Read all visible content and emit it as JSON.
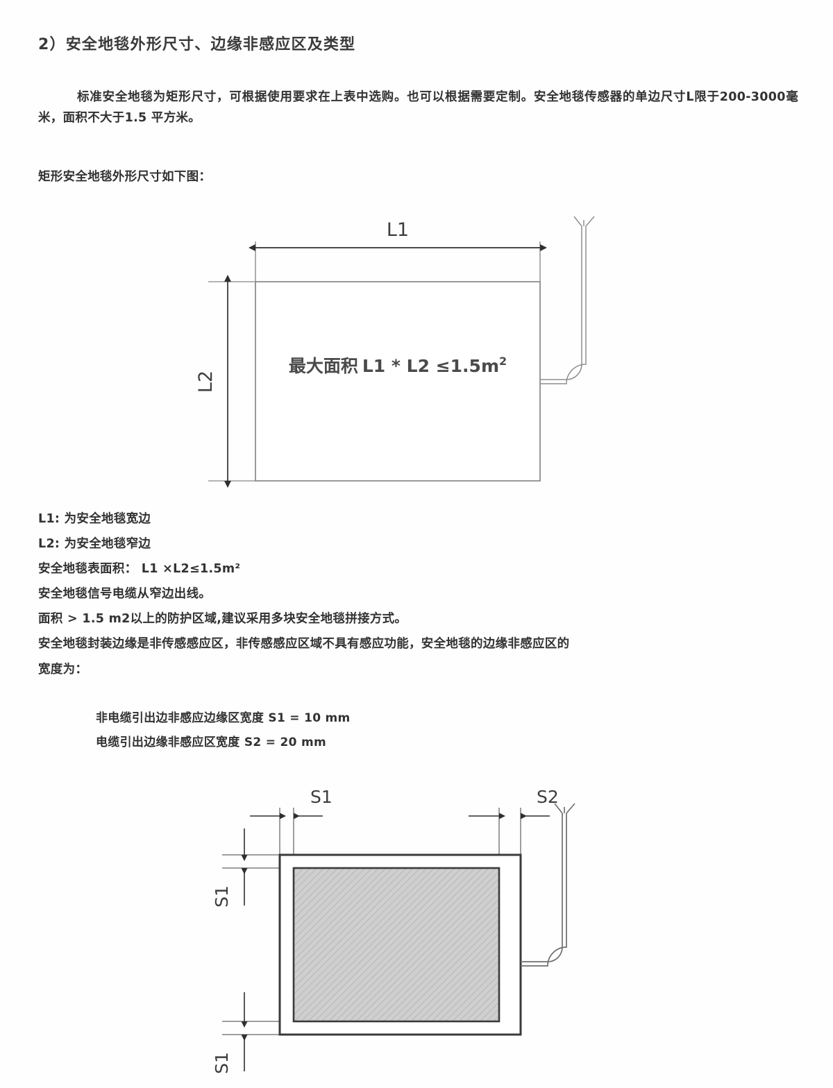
{
  "document": {
    "heading": "2）安全地毯外形尺寸、边缘非感应区及类型",
    "paragraph_main": "标准安全地毯为矩形尺寸，可根据使用要求在上表中选购。也可以根据需要定制。安全地毯传感器的单边尺寸L限于200-3000毫米，面积不大于1.5 平方米。",
    "figure_caption": "矩形安全地毯外形尺寸如下图：",
    "spec_lines": [
      "L1: 为安全地毯宽边",
      "L2: 为安全地毯窄边",
      "安全地毯表面积：  L1 ×L2≤1.5m²",
      "安全地毯信号电缆从窄边出线。",
      "面积 > 1.5 m2以上的防护区域,建议采用多块安全地毯拼接方式。",
      "安全地毯封装边缘是非传感感应区，非传感感应区域不具有感应功能，安全地毯的边缘非感应区的",
      "宽度为："
    ],
    "indented_specs": [
      "非电缆引出边非感应边缘区宽度 S1 = 10 mm",
      "电缆引出边缘非感应区宽度 S2 = 20 mm"
    ]
  },
  "figure1": {
    "name": "rectangular-mat-outline-drawing",
    "dim_top_label": "L1",
    "dim_left_label": "L2",
    "center_label_cn": "最大面积",
    "center_label_formula": "L1 * L2 ≤1.5m",
    "center_label_sup": "2",
    "cable_note": "signal-cable-exits-narrow-edge"
  },
  "figure2": {
    "name": "mat-non-sensing-edge-drawing",
    "dim_top_left_label": "S1",
    "dim_top_right_label": "S2",
    "dim_left_upper_label": "S1",
    "dim_left_lower_label": "S1",
    "sensing_area_name": "hatched-sensing-area"
  },
  "colors": {
    "text": "#323232",
    "heading": "#3a3a3a",
    "line": "#8a8a8a",
    "line_dark": "#3a3a3a",
    "hatch_fill": "#cfcfcf",
    "page_bg": "#fefefe"
  }
}
